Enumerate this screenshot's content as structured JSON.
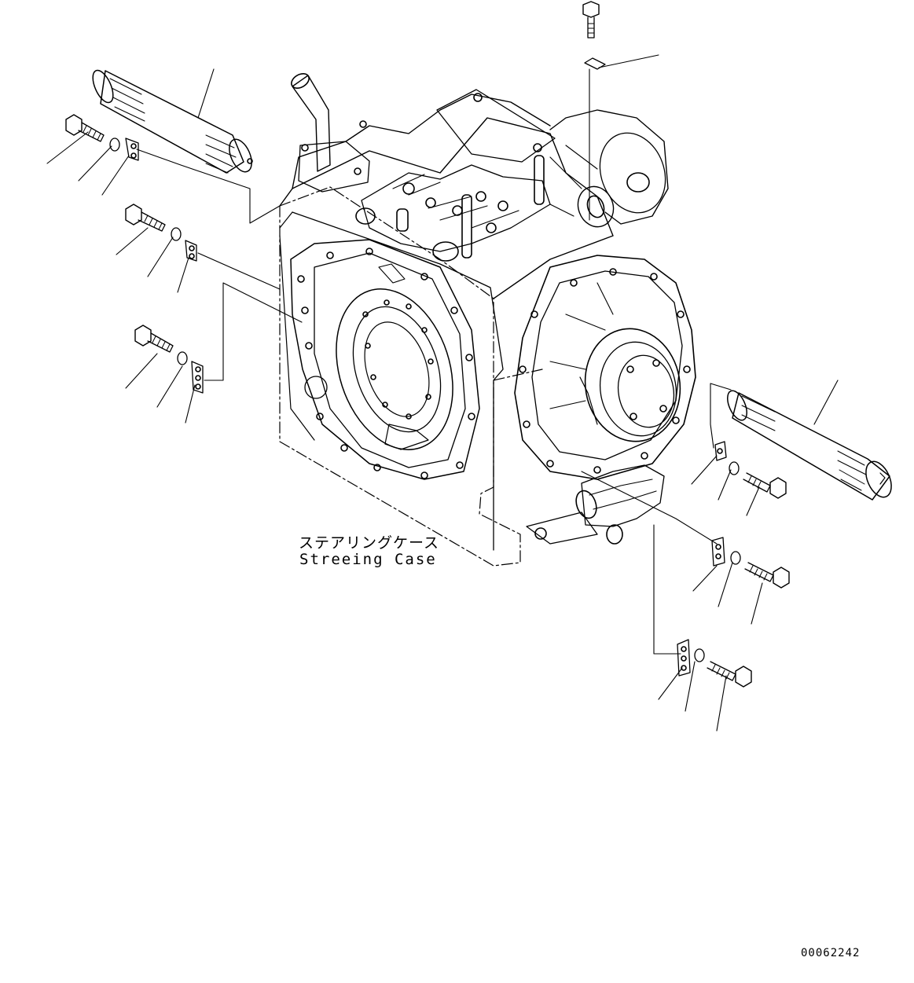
{
  "diagram": {
    "case_label_jp": "ステアリングケース",
    "case_label_en": "Streeing Case",
    "drawing_code": "00062242"
  }
}
